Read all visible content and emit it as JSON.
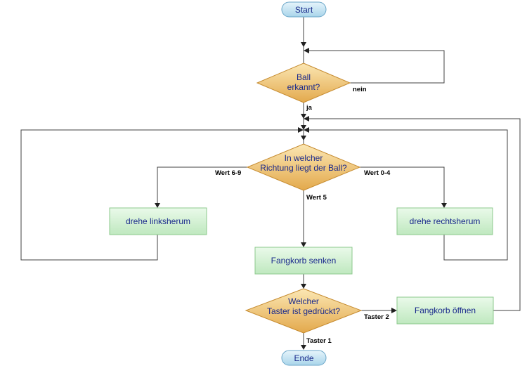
{
  "nodes": {
    "start": "Start",
    "ball_decision": [
      "Ball",
      "erkannt?"
    ],
    "direction_decision": [
      "In welcher",
      "Richtung liegt der Ball?"
    ],
    "turn_left": "drehe linksherum",
    "turn_right": "drehe rechtsherum",
    "lower_basket": "Fangkorb senken",
    "button_decision": [
      "Welcher",
      "Taster ist gedrückt?"
    ],
    "open_basket": "Fangkorb öffnen",
    "end": "Ende"
  },
  "edges": {
    "no": "nein",
    "yes": "ja",
    "value_left": "Wert 6-9",
    "value_right": "Wert 0-4",
    "value_center": "Wert 5",
    "button_2": "Taster 2",
    "button_1": "Taster 1"
  },
  "colors": {
    "terminal_fill_top": "#e6f4fb",
    "terminal_fill_bottom": "#a9d5ea",
    "terminal_stroke": "#6aa6c8",
    "decision_fill_top": "#fbe7b4",
    "decision_fill_bottom": "#e3a94c",
    "decision_stroke": "#c58a2e",
    "process_fill_top": "#eafaea",
    "process_fill_bottom": "#bfe8bf",
    "process_stroke": "#8cc98c",
    "node_text": "#1a2a8c",
    "connector": "#404040"
  }
}
